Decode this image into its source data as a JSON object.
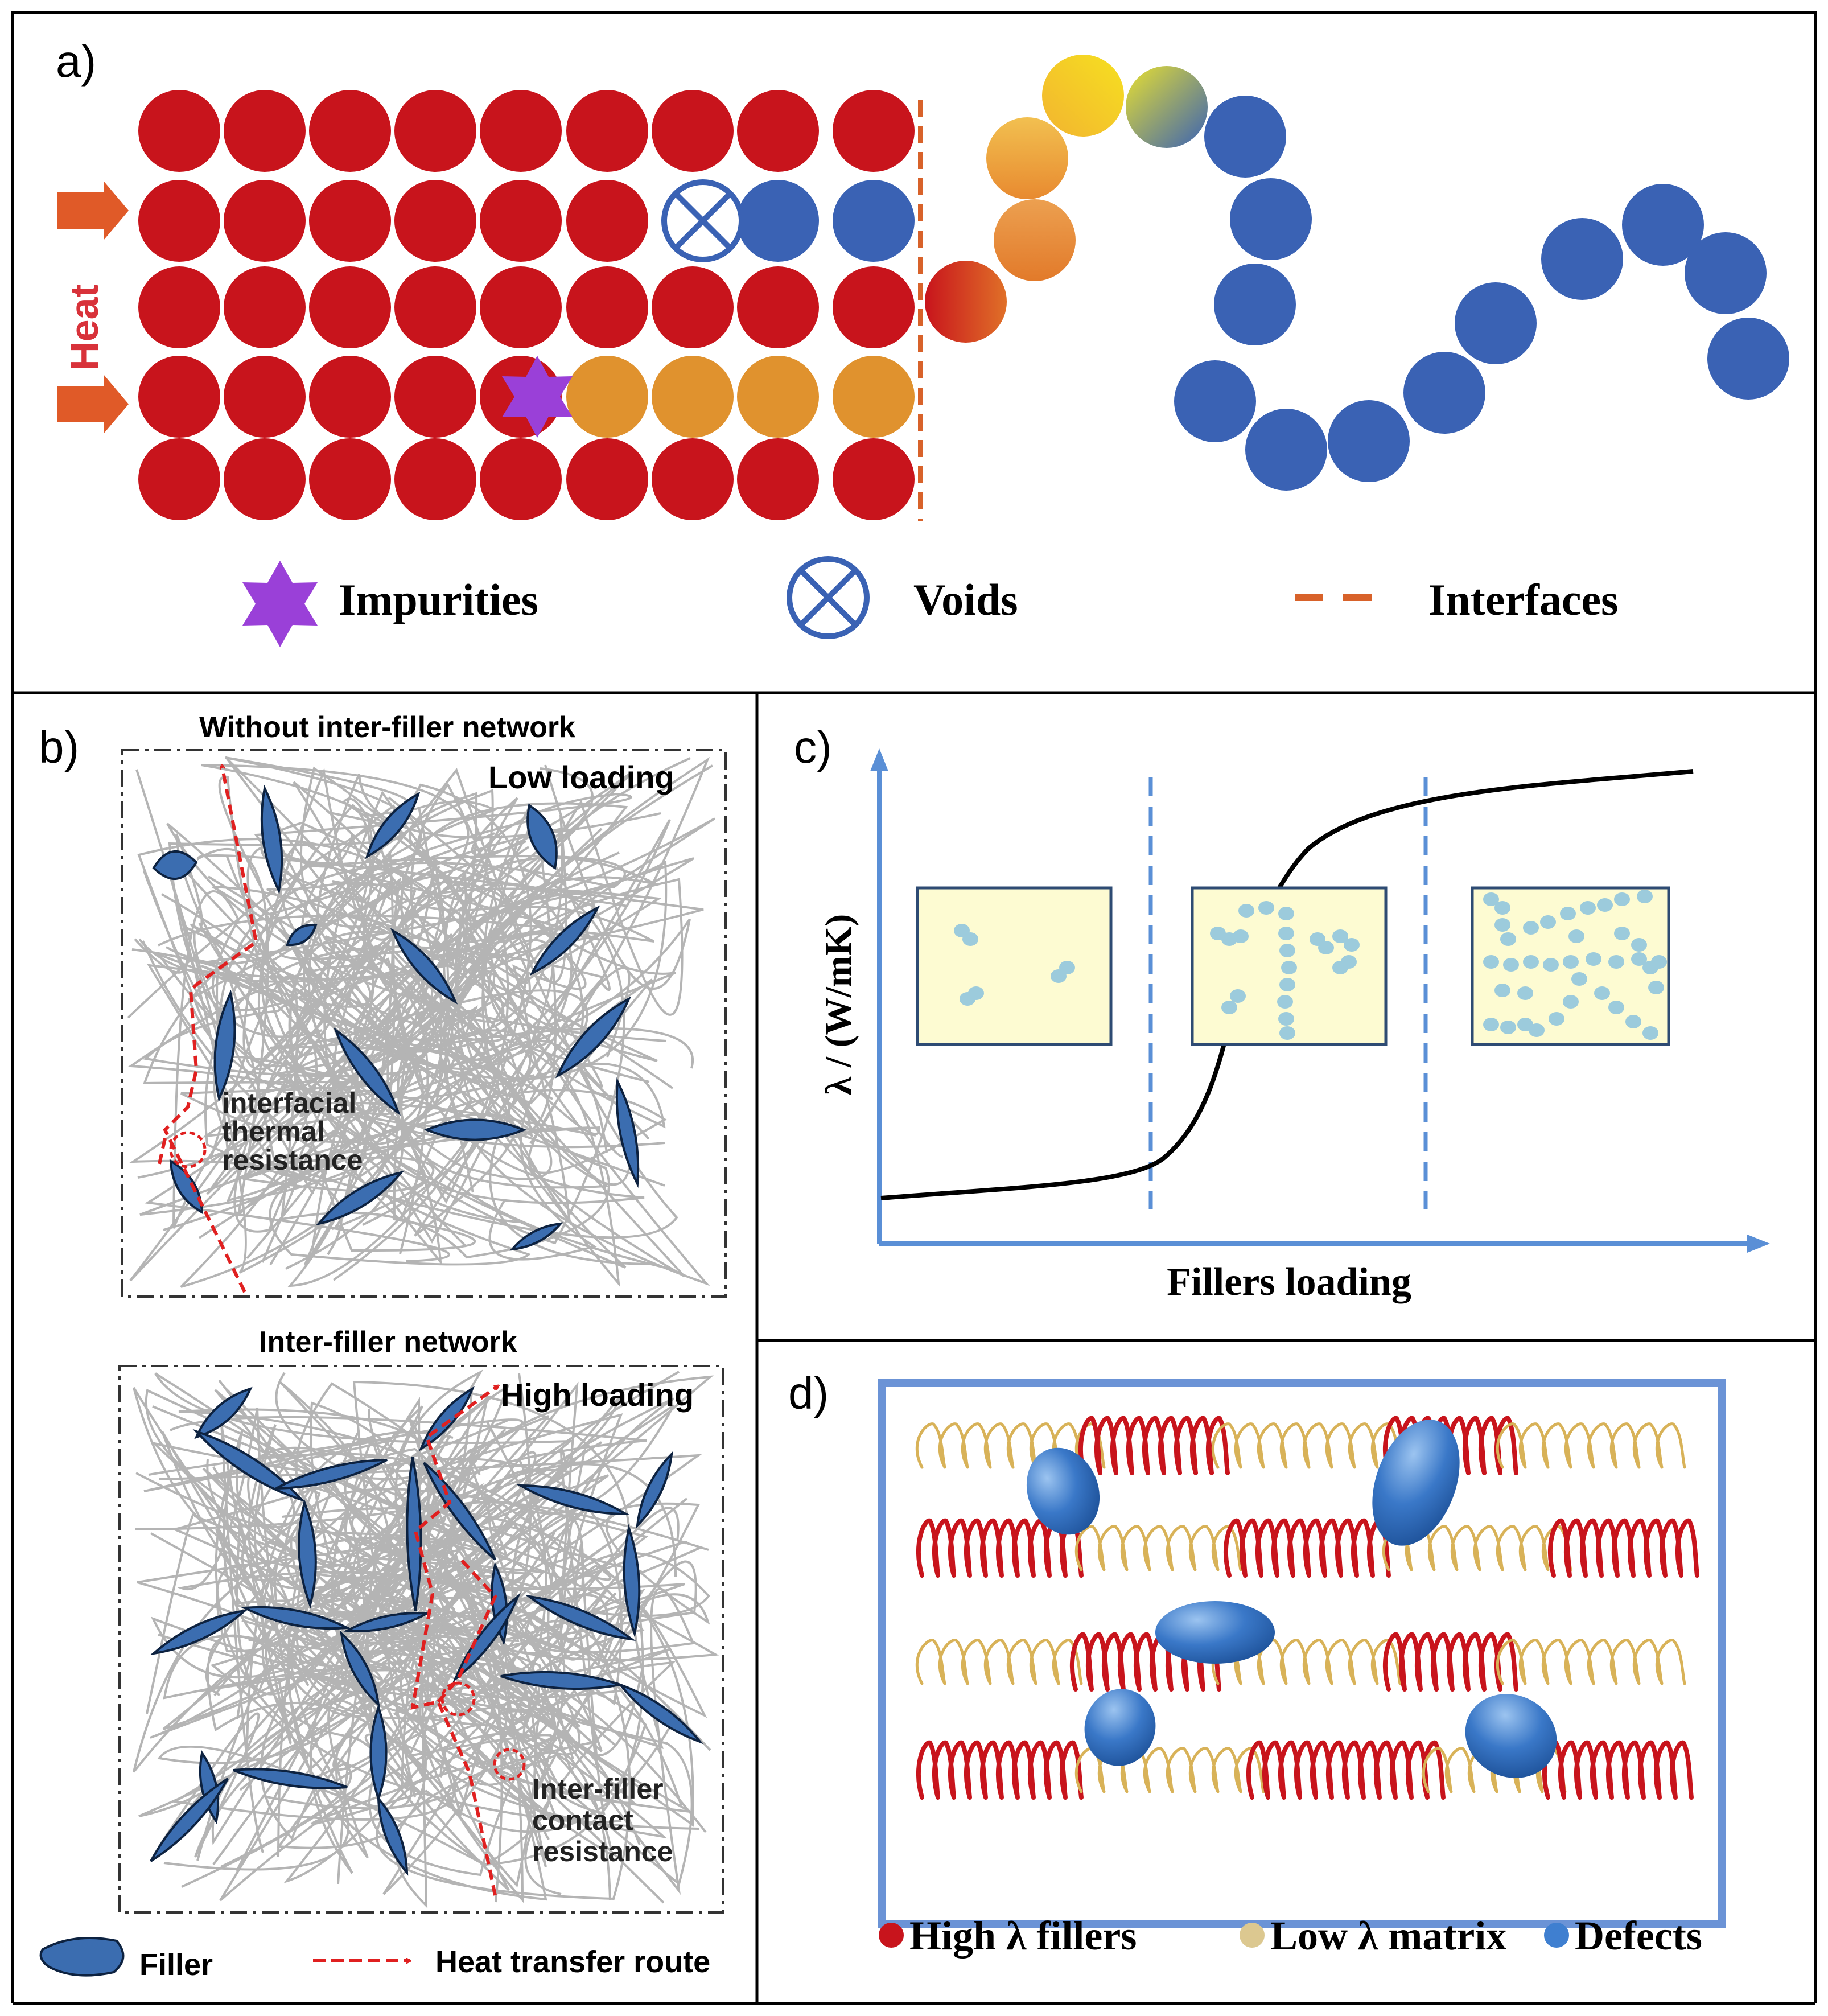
{
  "panel_a": {
    "label": "a)",
    "heat": "Heat",
    "legend": {
      "impurities": "Impurities",
      "voids": "Voids",
      "interfaces": "Interfaces"
    },
    "colors": {
      "filler": "#c8141c",
      "defect_blue": "#3a62b4",
      "impurity": "#9a40d8",
      "interface": "#d8622a",
      "orange": "#e0922e",
      "arrow": "#e05a28"
    }
  },
  "panel_b": {
    "label": "b)",
    "top_title": "Without inter-filler network",
    "top_loading": "Low loading",
    "top_annotation": [
      "interfacial",
      "thermal",
      "resistance"
    ],
    "bottom_title": "Inter-filler network",
    "bottom_loading": "High loading",
    "bottom_annotation": [
      "Inter-filler",
      "contact",
      "resistance"
    ],
    "legend_filler": "Filler",
    "legend_route": "Heat transfer route",
    "colors": {
      "filler": "#3b6db0",
      "route": "#e02020",
      "matrix": "#b4b4b4"
    }
  },
  "panel_c": {
    "label": "c)",
    "ylabel": "λ / (W/mK)",
    "xlabel": "Fillers loading",
    "colors": {
      "axis": "#5a8fd6",
      "box": "#fdfbd2",
      "dot": "#9ccbdc",
      "curve": "#000000"
    }
  },
  "panel_d": {
    "label": "d)",
    "legend": [
      {
        "text": "High λ fillers",
        "color": "#c8141c"
      },
      {
        "text": "Low λ matrix",
        "color": "#dcc890"
      },
      {
        "text": "Defects",
        "color": "#3f7fd0"
      }
    ],
    "colors": {
      "frame": "#6b93d6",
      "spring_high": "#c8141c",
      "spring_low": "#d8b258",
      "defect": "#2f6cc4"
    }
  }
}
